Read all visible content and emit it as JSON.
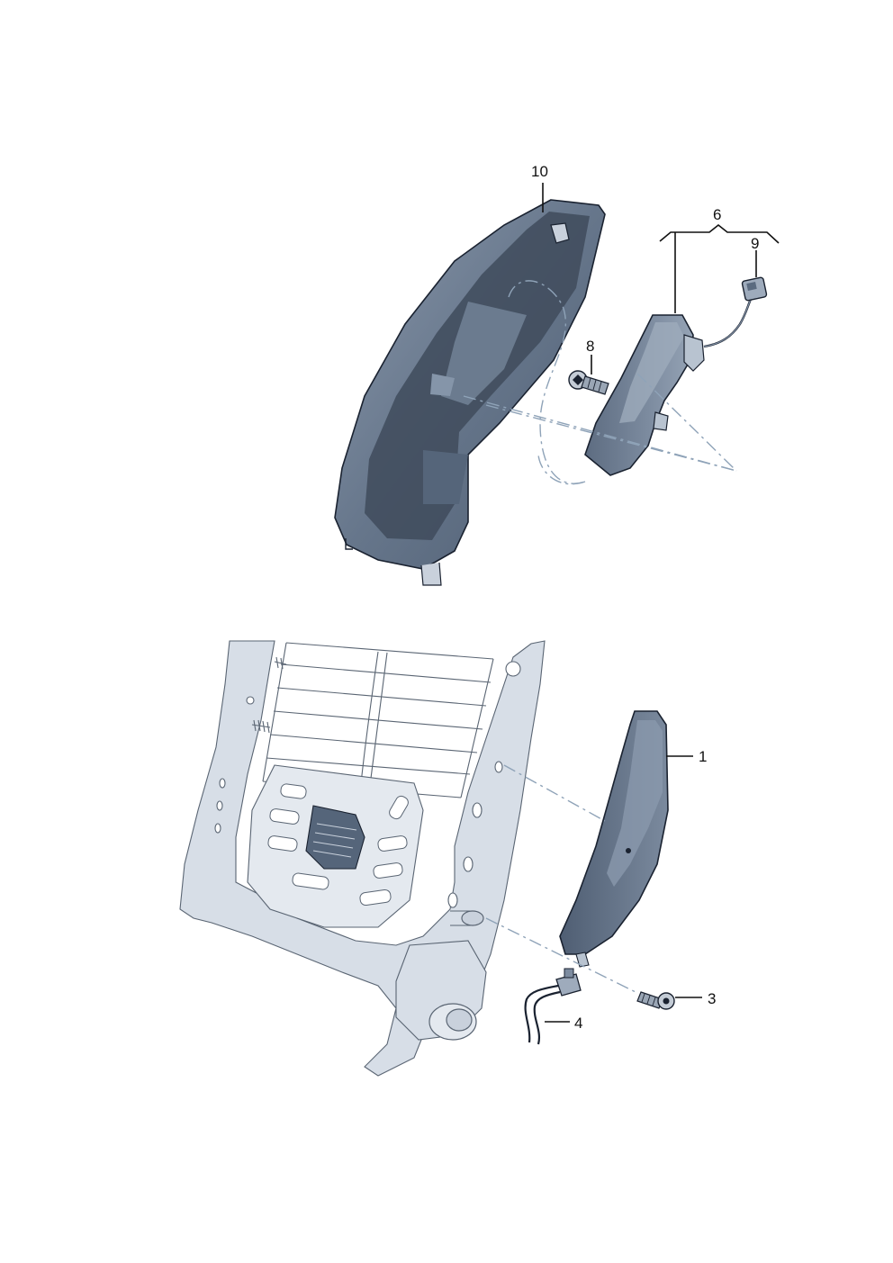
{
  "colors": {
    "part_dark": "#5b6b80",
    "part_mid": "#7d8ca0",
    "part_light": "#a7b4c4",
    "frame_fill": "#d7dee7",
    "frame_line": "#5a6573",
    "dash_line": "#8fa3b8",
    "callout": "#111111"
  },
  "callouts": {
    "c1": "1",
    "c3": "3",
    "c4": "4",
    "c6": "6",
    "c8": "8",
    "c9": "9",
    "c10": "10"
  }
}
